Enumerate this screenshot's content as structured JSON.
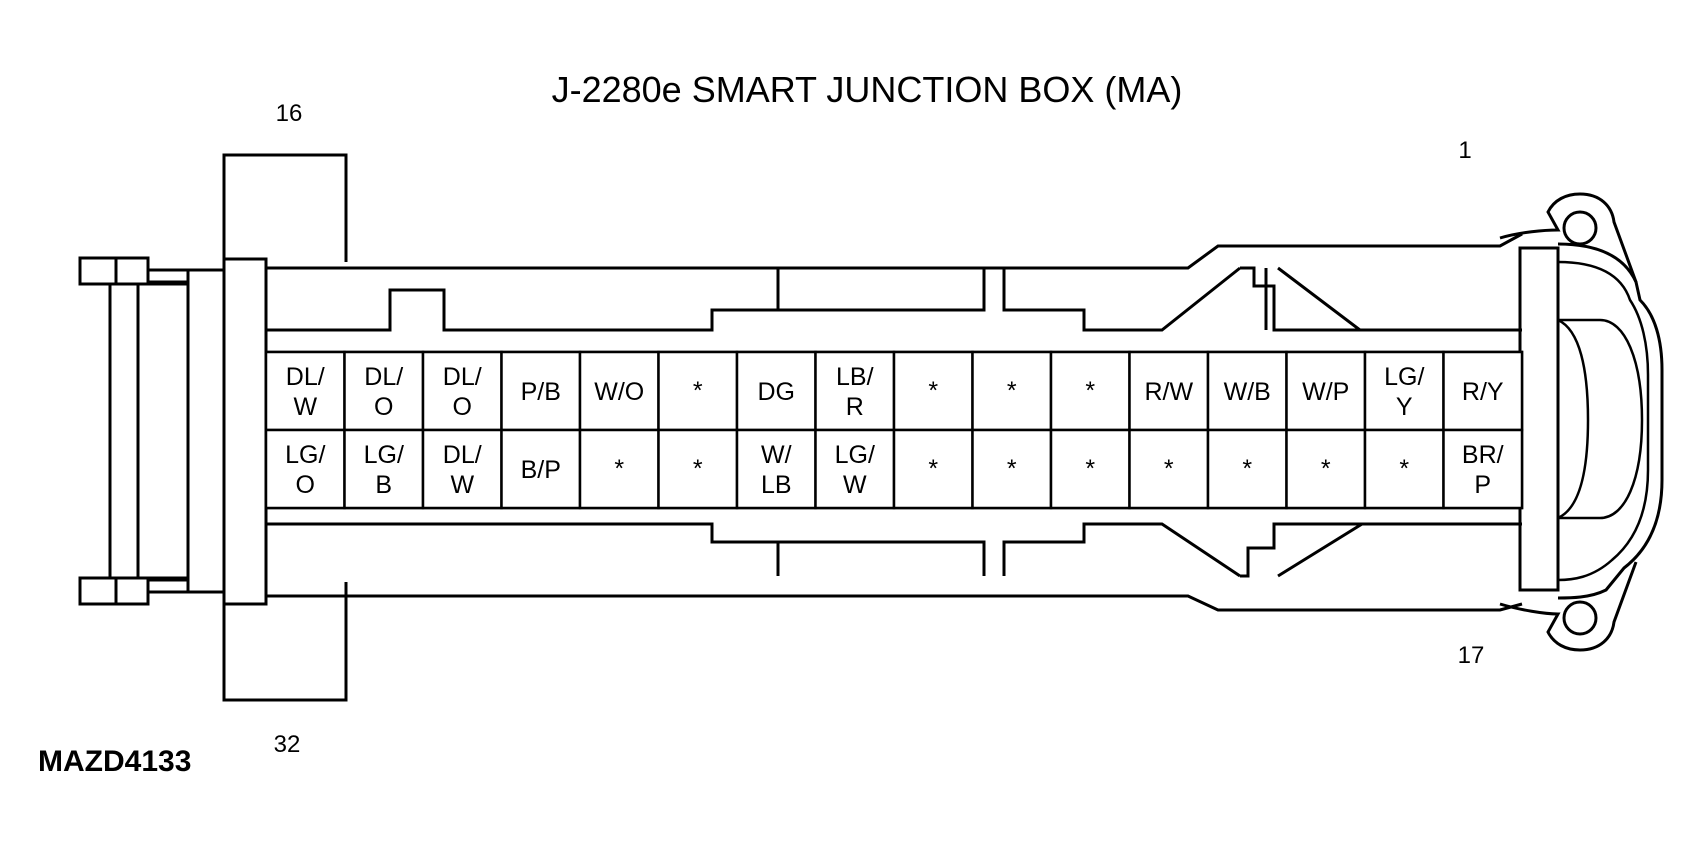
{
  "title": "J-2280e SMART JUNCTION BOX (MA)",
  "pin_labels": {
    "top_left": "16",
    "top_right": "1",
    "bottom_left": "32",
    "bottom_right": "17"
  },
  "figure_code": "MAZD4133",
  "cavities": {
    "top_row": [
      [
        "DL/",
        "W"
      ],
      [
        "DL/",
        "O"
      ],
      [
        "DL/",
        "O"
      ],
      [
        "P/B"
      ],
      [
        "W/O"
      ],
      [
        "*"
      ],
      [
        "DG"
      ],
      [
        "LB/",
        "R"
      ],
      [
        "*"
      ],
      [
        "*"
      ],
      [
        "*"
      ],
      [
        "R/W"
      ],
      [
        "W/B"
      ],
      [
        "W/P"
      ],
      [
        "LG/",
        "Y"
      ],
      [
        "R/Y"
      ]
    ],
    "bottom_row": [
      [
        "LG/",
        "O"
      ],
      [
        "LG/",
        "B"
      ],
      [
        "DL/",
        "W"
      ],
      [
        "B/P"
      ],
      [
        "*"
      ],
      [
        "*"
      ],
      [
        "W/",
        "LB"
      ],
      [
        "LG/",
        "W"
      ],
      [
        "*"
      ],
      [
        "*"
      ],
      [
        "*"
      ],
      [
        "*"
      ],
      [
        "*"
      ],
      [
        "*"
      ],
      [
        "*"
      ],
      [
        "BR/",
        "P"
      ]
    ]
  }
}
